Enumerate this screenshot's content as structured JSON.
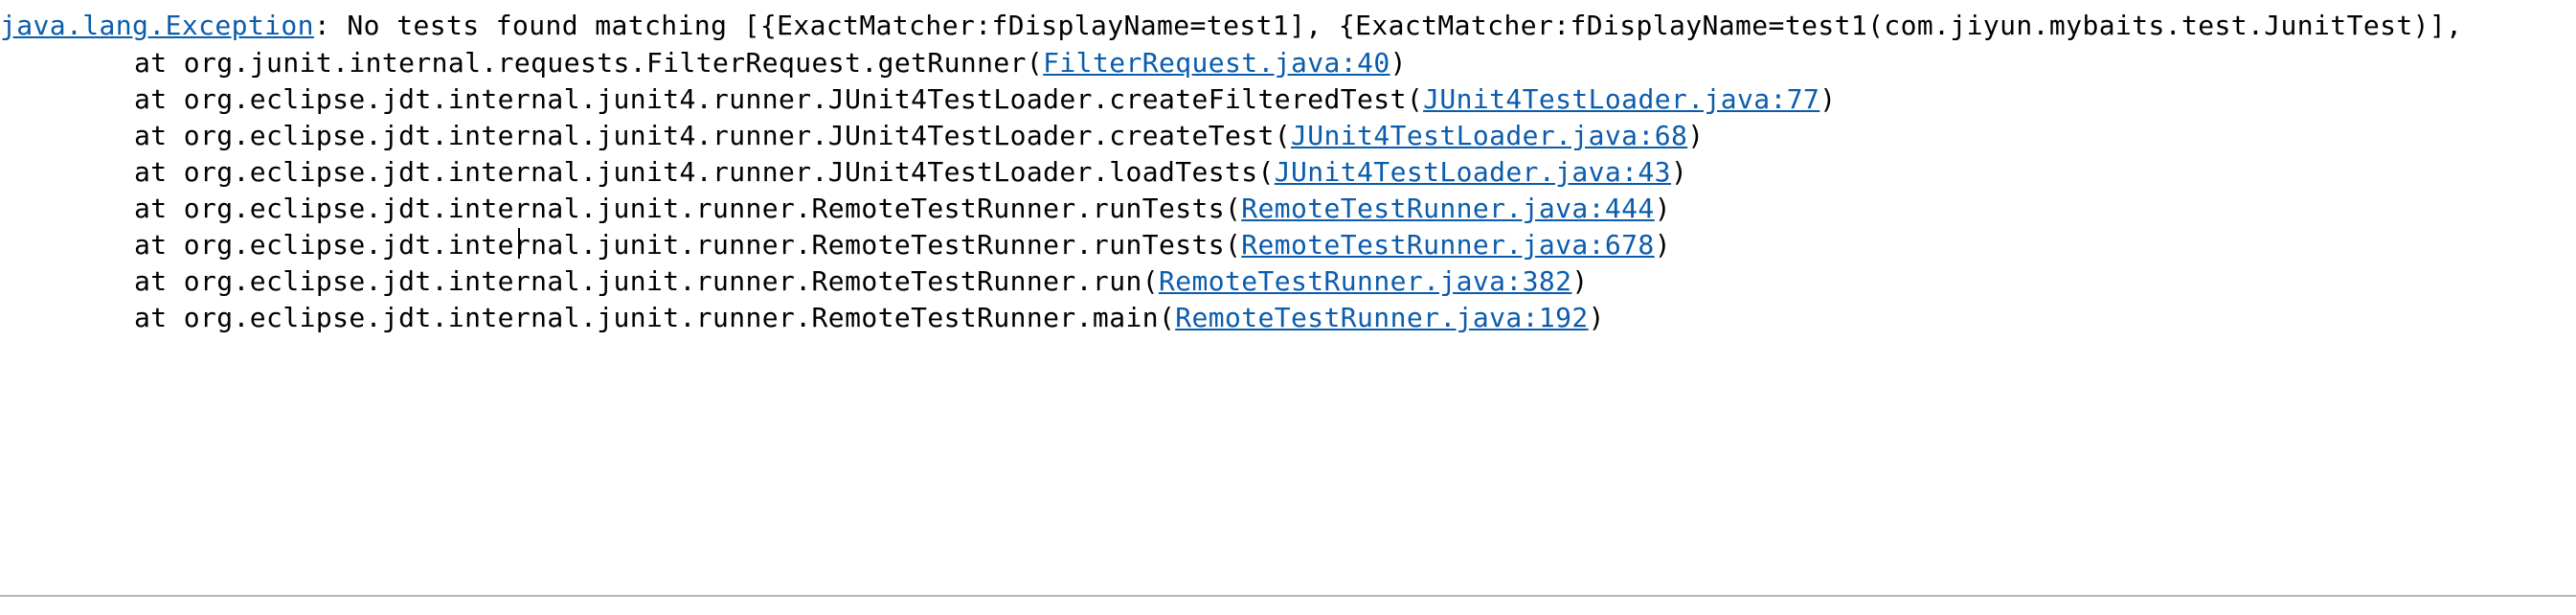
{
  "console": {
    "exception": {
      "type_link": "java.lang.Exception",
      "message": ": No tests found matching [{ExactMatcher:fDisplayName=test1], {ExactMatcher:fDisplayName=test1(com.jiyun.mybaits.test.JunitTest)],"
    },
    "frames": [
      {
        "prefix": "at org.junit.internal.requests.FilterRequest.getRunner(",
        "link": "FilterRequest.java:40",
        "suffix": ")"
      },
      {
        "prefix": "at org.eclipse.jdt.internal.junit4.runner.JUnit4TestLoader.createFilteredTest(",
        "link": "JUnit4TestLoader.java:77",
        "suffix": ")"
      },
      {
        "prefix": "at org.eclipse.jdt.internal.junit4.runner.JUnit4TestLoader.createTest(",
        "link": "JUnit4TestLoader.java:68",
        "suffix": ")"
      },
      {
        "prefix": "at org.eclipse.jdt.internal.junit4.runner.JUnit4TestLoader.loadTests(",
        "link": "JUnit4TestLoader.java:43",
        "suffix": ")"
      },
      {
        "prefix": "at org.eclipse.jdt.internal.junit.runner.RemoteTestRunner.runTests(",
        "link": "RemoteTestRunner.java:444",
        "suffix": ")"
      },
      {
        "prefix": "at org.eclipse.jdt.internal.junit.runner.RemoteTestRunner.runTests(",
        "link": "RemoteTestRunner.java:678",
        "suffix": ")"
      },
      {
        "prefix": "at org.eclipse.jdt.internal.junit.runner.RemoteTestRunner.run(",
        "link": "RemoteTestRunner.java:382",
        "suffix": ")"
      },
      {
        "prefix": "at org.eclipse.jdt.internal.junit.runner.RemoteTestRunner.main(",
        "link": "RemoteTestRunner.java:192",
        "suffix": ")"
      }
    ]
  },
  "colors": {
    "link": "#0b5cad",
    "text": "#000000",
    "background": "#ffffff"
  }
}
